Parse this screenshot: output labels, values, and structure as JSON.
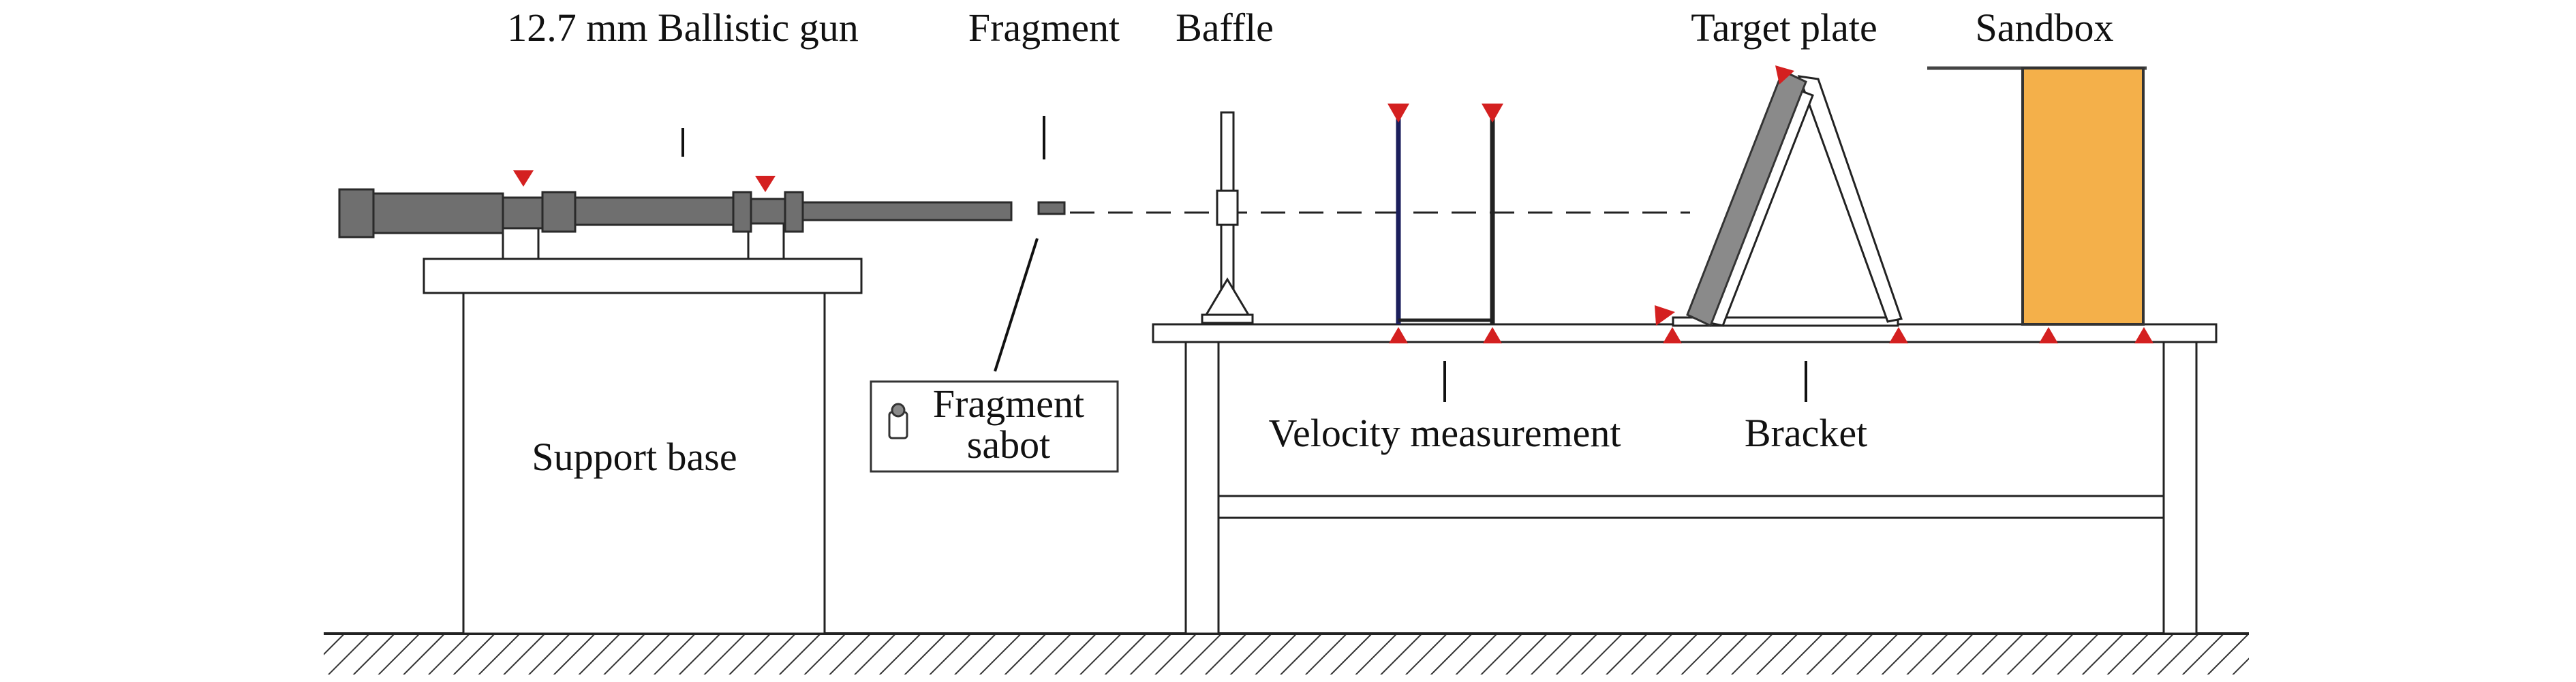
{
  "labels": {
    "gun": "12.7 mm Ballistic gun",
    "fragment": "Fragment",
    "baffle": "Baffle",
    "target_plate": "Target plate",
    "sandbox": "Sandbox",
    "support_base": "Support base",
    "fragment_sabot_line1": "Fragment",
    "fragment_sabot_line2": "sabot",
    "velocity_measurement": "Velocity measurement",
    "bracket": "Bracket"
  },
  "colors": {
    "gun_fill": "#6f6f6f",
    "marker_red": "#d42020",
    "sandbox_orange": "#f4b04a",
    "velocity_screen_navy": "#1b1f5c",
    "target_plate_gray": "#8a8a8a"
  }
}
